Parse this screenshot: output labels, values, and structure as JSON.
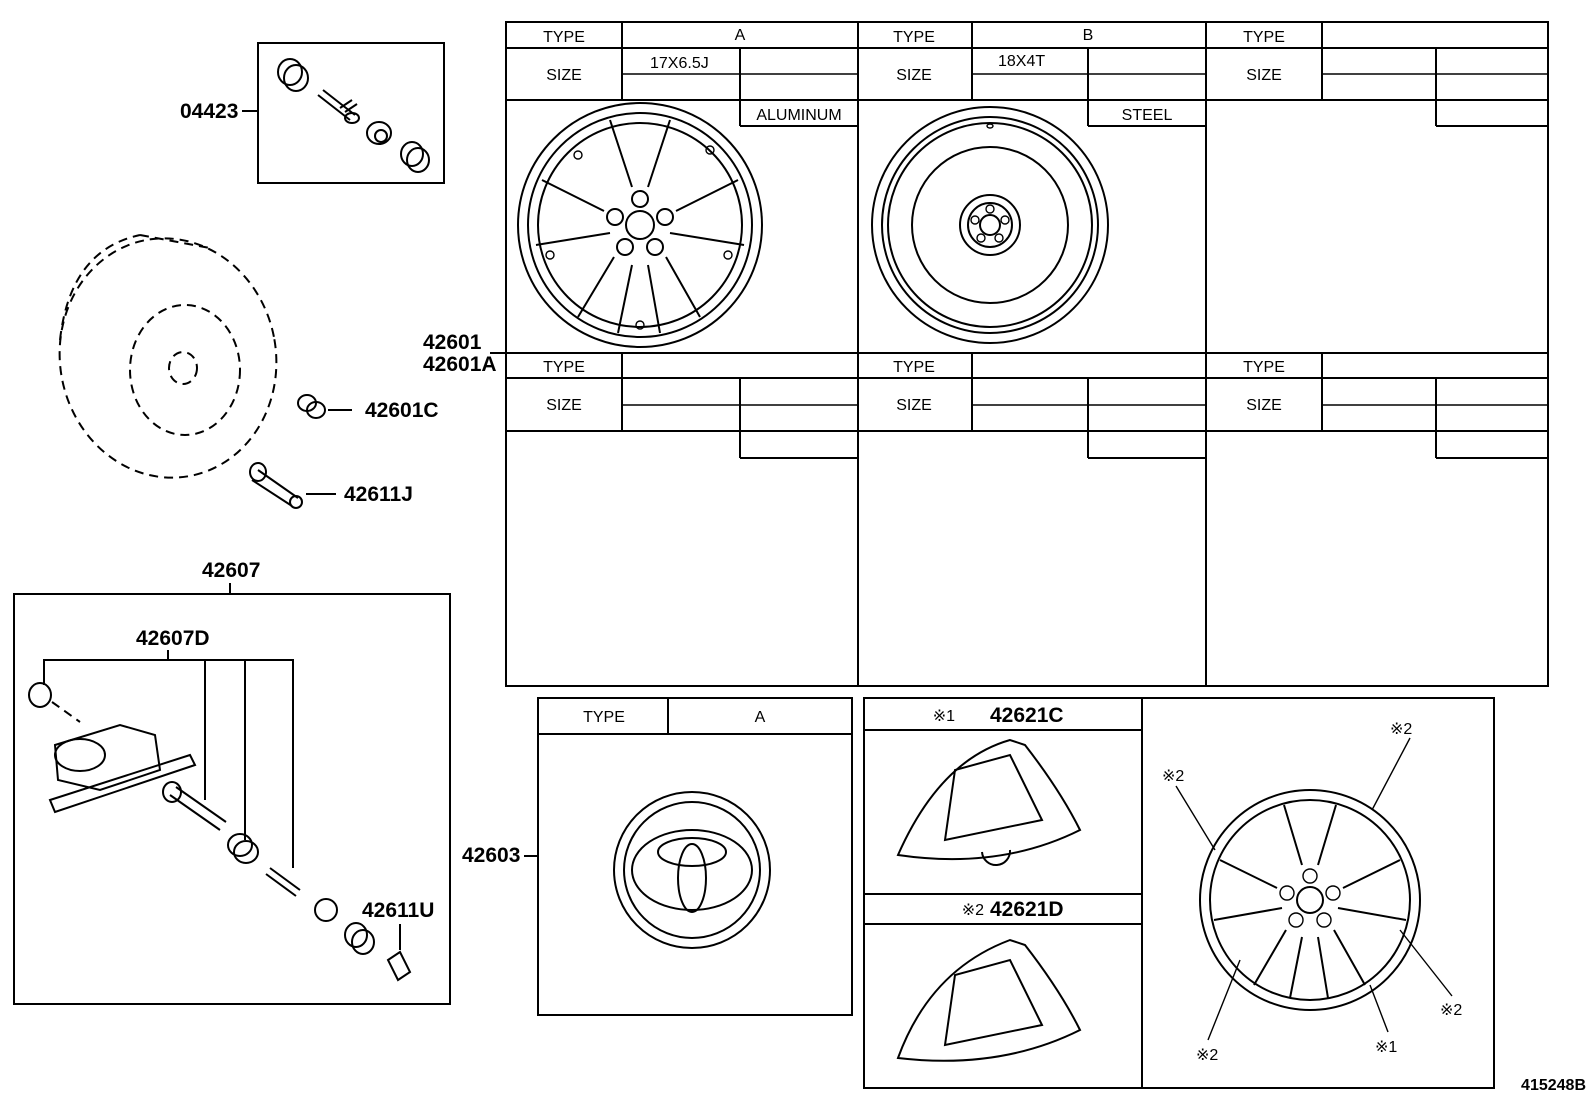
{
  "labels": {
    "p04423": "04423",
    "p42601": "42601",
    "p42601A": "42601A",
    "p42601C": "42601C",
    "p42611J": "42611J",
    "p42607": "42607",
    "p42607D": "42607D",
    "p42611U": "42611U",
    "p42603": "42603",
    "p42621C": "42621C",
    "p42621D": "42621D",
    "figure_id": "415248B"
  },
  "wheel_table": {
    "type_header": "TYPE",
    "size_header": "SIZE",
    "col_a": {
      "type": "A",
      "size": "17X6.5J",
      "material": "ALUMINUM"
    },
    "col_b": {
      "type": "B",
      "size": "18X4T",
      "material": "STEEL"
    }
  },
  "emblem_table": {
    "type_header": "TYPE",
    "type": "A"
  },
  "marks": {
    "m1": "※1",
    "m2": "※2"
  }
}
